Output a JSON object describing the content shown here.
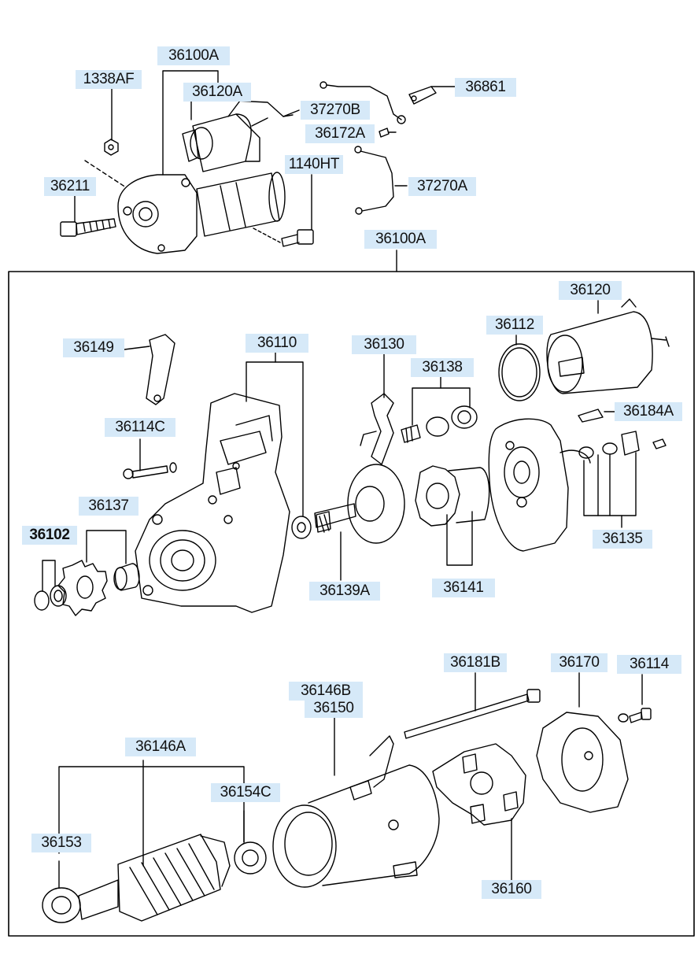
{
  "diagram": {
    "labels": {
      "p36100A_top": "36100A",
      "p1338AF": "1338AF",
      "p36120A": "36120A",
      "p37270B": "37270B",
      "p36861": "36861",
      "p36172A": "36172A",
      "p1140HT": "1140HT",
      "p37270A": "37270A",
      "p36211": "36211",
      "p36100A_box": "36100A",
      "p36120": "36120",
      "p36112": "36112",
      "p36149": "36149",
      "p36110": "36110",
      "p36130": "36130",
      "p36138": "36138",
      "p36184A": "36184A",
      "p36114C": "36114C",
      "p36137": "36137",
      "p36102": "36102",
      "p36139A": "36139A",
      "p36141": "36141",
      "p36135": "36135",
      "p36181B": "36181B",
      "p36170": "36170",
      "p36114": "36114",
      "p36146B": "36146B",
      "p36150": "36150",
      "p36146A": "36146A",
      "p36154C": "36154C",
      "p36153": "36153",
      "p36160": "36160"
    }
  }
}
